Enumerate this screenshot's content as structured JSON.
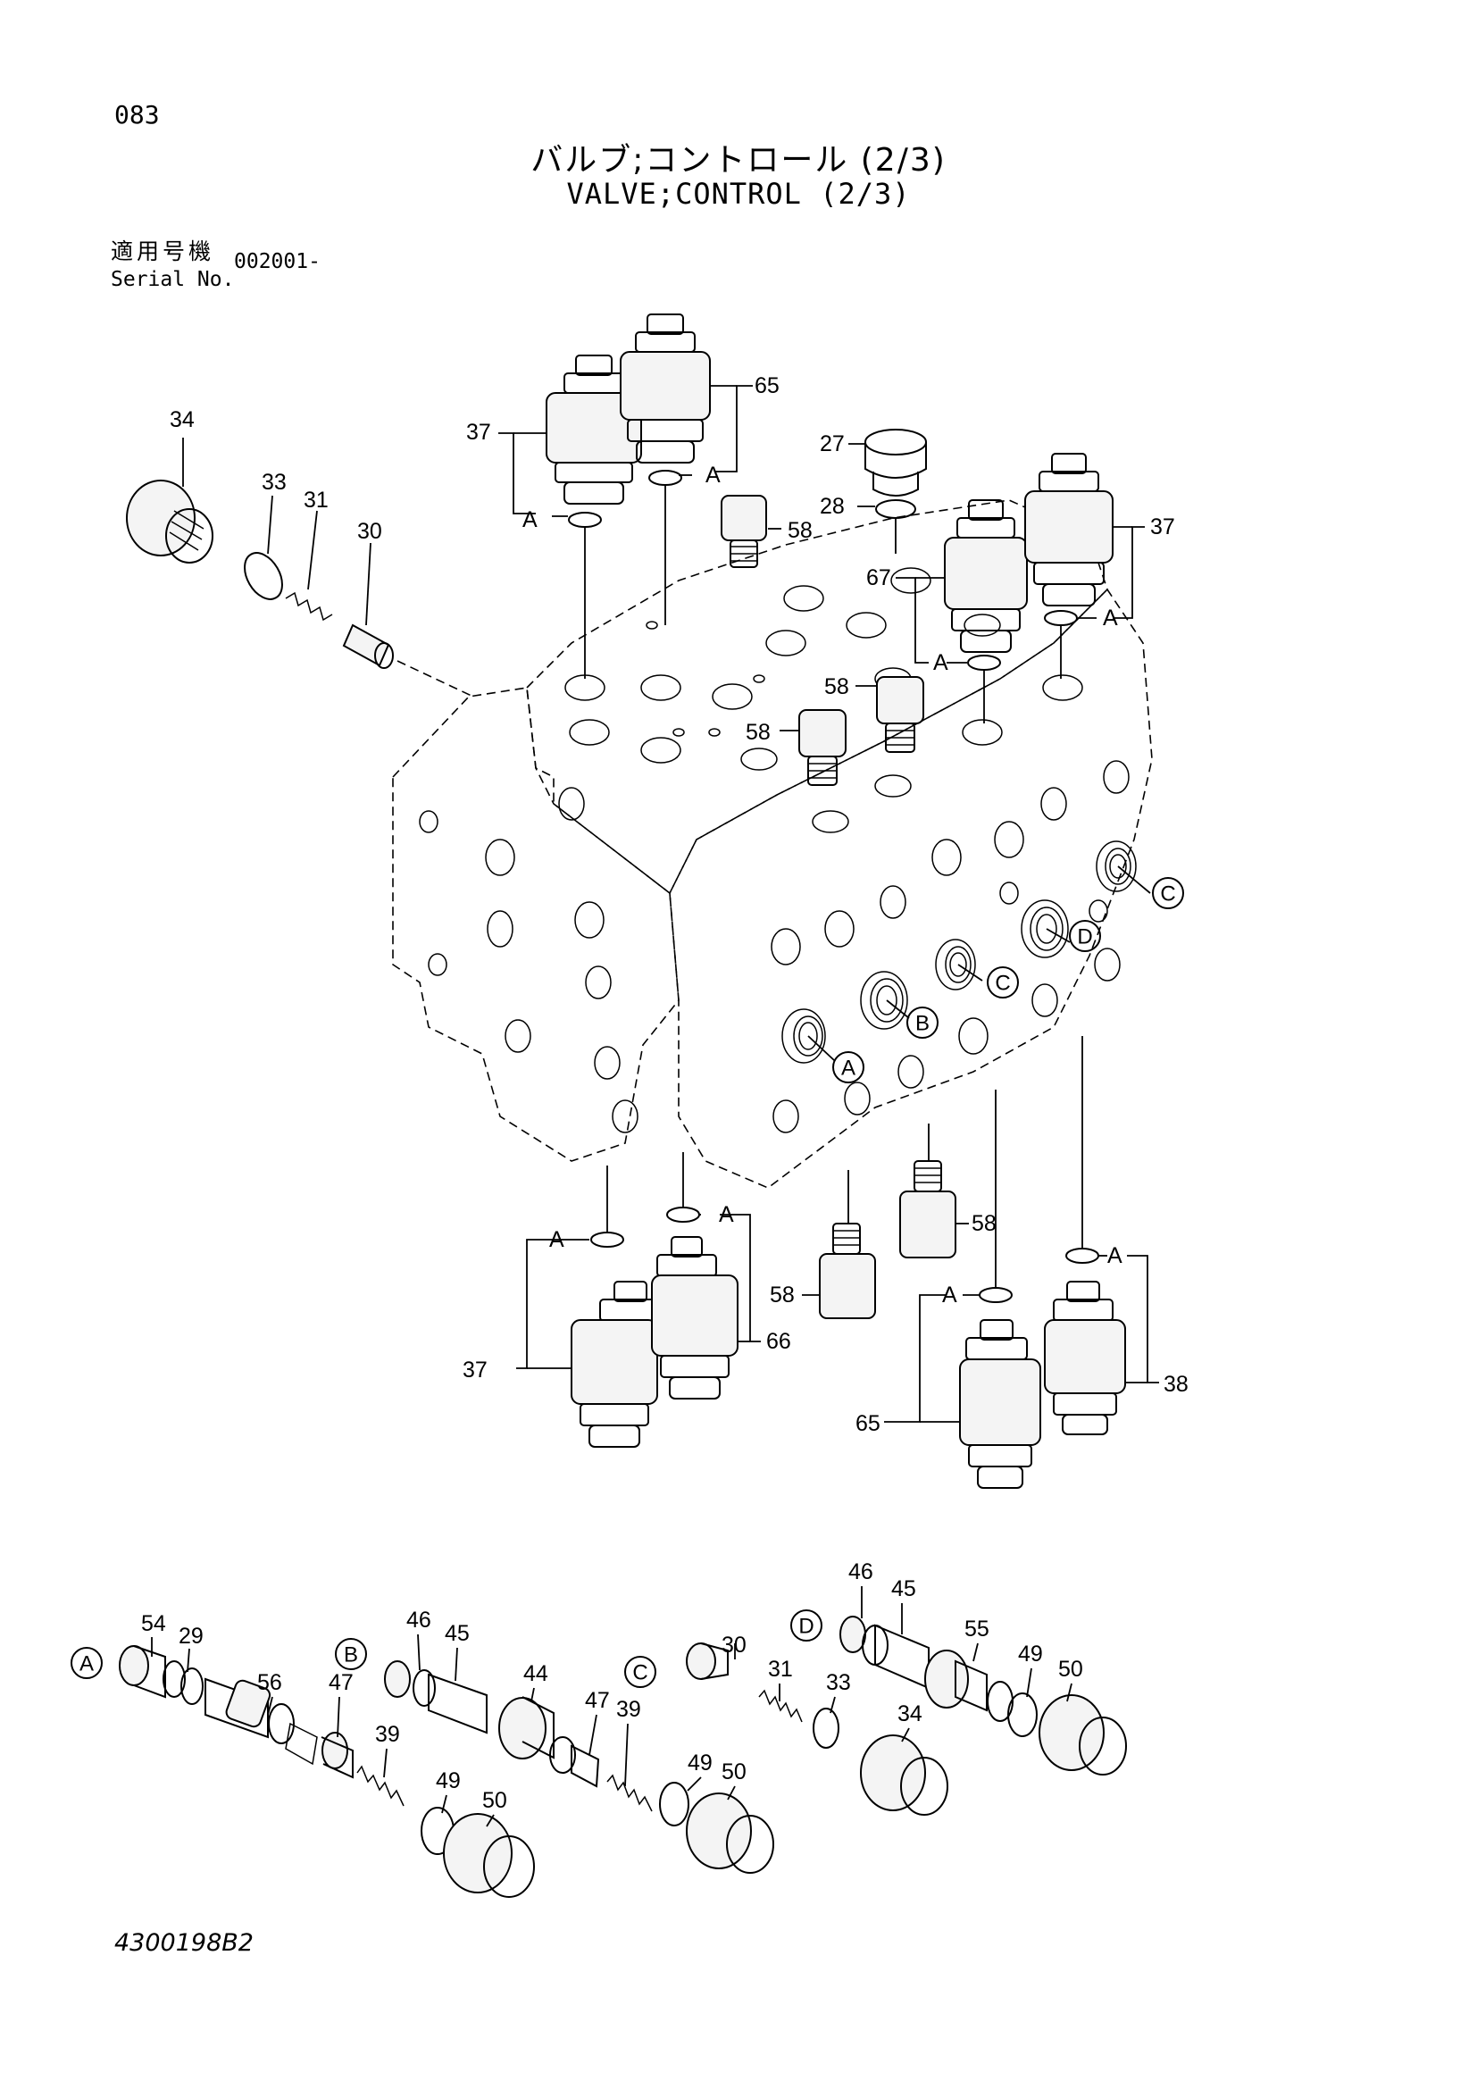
{
  "page_number": "083",
  "title_jp": "バルブ;コントロール (2/3)",
  "title_en": "VALVE;CONTROL (2/3)",
  "serial": {
    "label_jp": "適用号機",
    "label_en": "Serial No.",
    "value": "002001-"
  },
  "document_code": "4300198B2",
  "callouts": {
    "c34a": "34",
    "c33a": "33",
    "c31a": "31",
    "c30a": "30",
    "c37a": "37",
    "c65a": "65",
    "cA1": "A",
    "cA2": "A",
    "c58a": "58",
    "c27": "27",
    "c28": "28",
    "c67": "67",
    "c37b": "37",
    "cA3": "A",
    "cA4": "A",
    "c58b": "58",
    "c58c": "58",
    "cA5": "A",
    "cA6": "A",
    "c37c": "37",
    "c66": "66",
    "c58d": "58",
    "c58e": "58",
    "cA7": "A",
    "cA8": "A",
    "c65b": "65",
    "c38": "38",
    "c54": "54",
    "c29": "29",
    "c56": "56",
    "c47a": "47",
    "c39a": "39",
    "c49a": "49",
    "c50a": "50",
    "c46a": "46",
    "c45a": "45",
    "c44": "44",
    "c47b": "47",
    "c39b": "39",
    "c49b": "49",
    "c50b": "50",
    "c30b": "30",
    "c31b": "31",
    "c33b": "33",
    "c34b": "34",
    "c46b": "46",
    "c45b": "45",
    "c55": "55",
    "c49c": "49",
    "c50c": "50"
  },
  "circled": {
    "port_a": "A",
    "port_b": "B",
    "port_c1": "C",
    "port_c2": "C",
    "port_d": "D",
    "grp_a": "A",
    "grp_b": "B",
    "grp_c": "C",
    "grp_d": "D"
  }
}
